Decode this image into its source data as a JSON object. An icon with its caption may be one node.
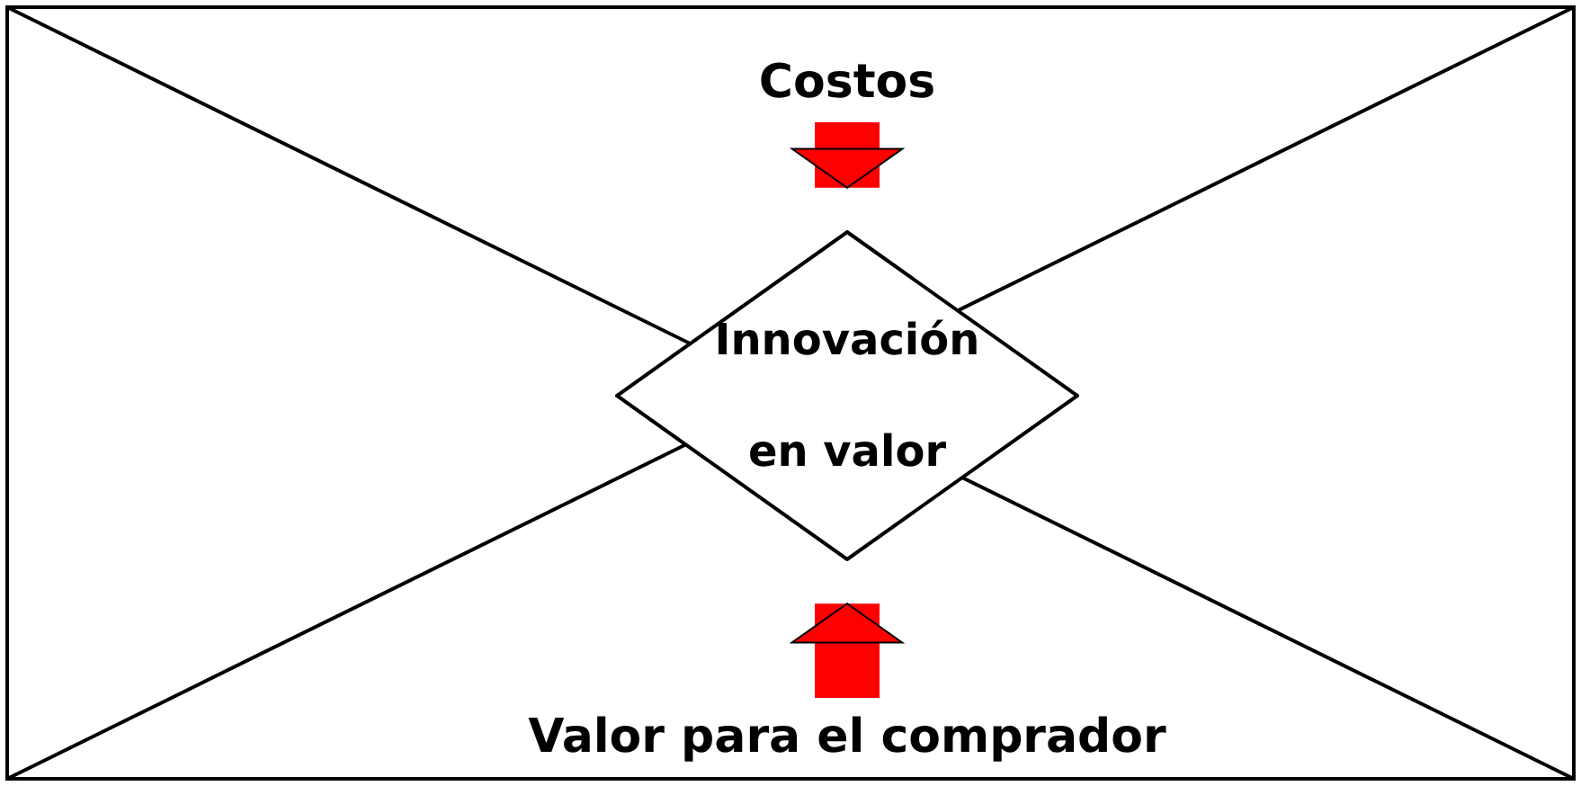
{
  "diagram": {
    "nodes": [
      {
        "text": [
          "Costos"
        ]
      },
      {
        "text": [
          "Innovación en valor"
        ]
      },
      {
        "text": [
          "Valor para el comprador"
        ]
      }
    ],
    "edges": [
      {
        "from": 0,
        "to": 1,
        "arrow": "to",
        "color": "#ff0000"
      },
      {
        "from": 2,
        "to": 1,
        "arrow": "to",
        "color": "#ff0000"
      }
    ]
  }
}
